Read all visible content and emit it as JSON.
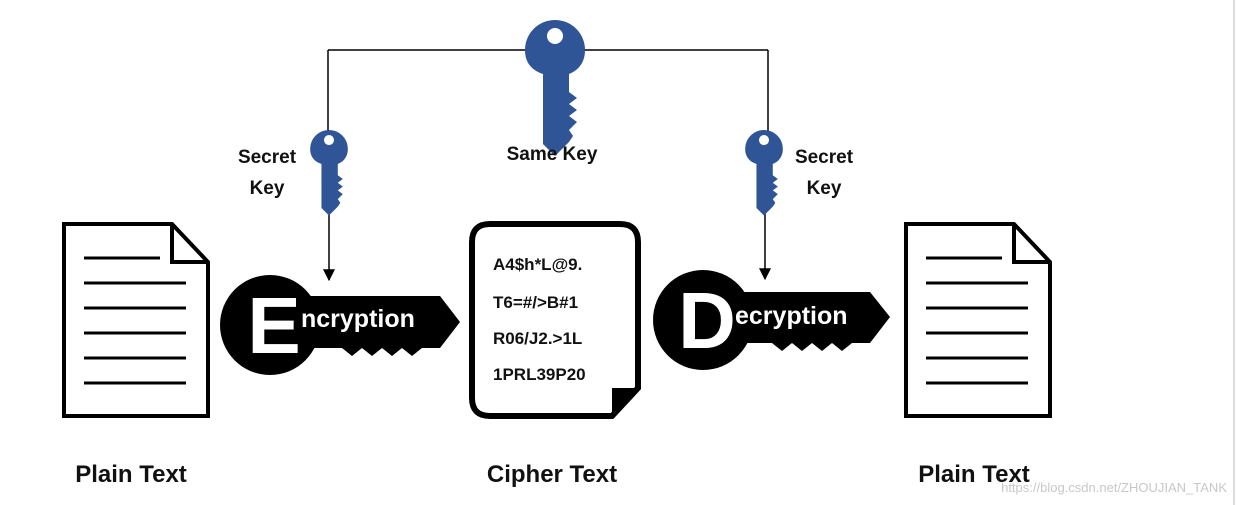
{
  "colors": {
    "key_blue": "#2f5597",
    "ink": "#000000",
    "paper": "#ffffff"
  },
  "labels": {
    "same_key": "Same Key",
    "secret_key_left_line1": "Secret",
    "secret_key_left_line2": "Key",
    "secret_key_right_line1": "Secret",
    "secret_key_right_line2": "Key",
    "plain_text_left": "Plain Text",
    "cipher_text": "Cipher Text",
    "plain_text_right": "Plain Text"
  },
  "encryption_key": {
    "initial": "E",
    "rest": "ncryption"
  },
  "decryption_key": {
    "initial": "D",
    "rest": "ecryption"
  },
  "cipher_lines": [
    "A4$h*L@9.",
    "T6=#/>B#1",
    "R06/J2.>1L",
    "1PRL39P20"
  ],
  "icons": {
    "same_key": "key-icon",
    "secret_key_left": "key-icon",
    "secret_key_right": "key-icon",
    "plain_document": "document-icon",
    "cipher_document": "document-icon"
  },
  "watermark": "https://blog.csdn.net/ZHOUJIAN_TANK"
}
